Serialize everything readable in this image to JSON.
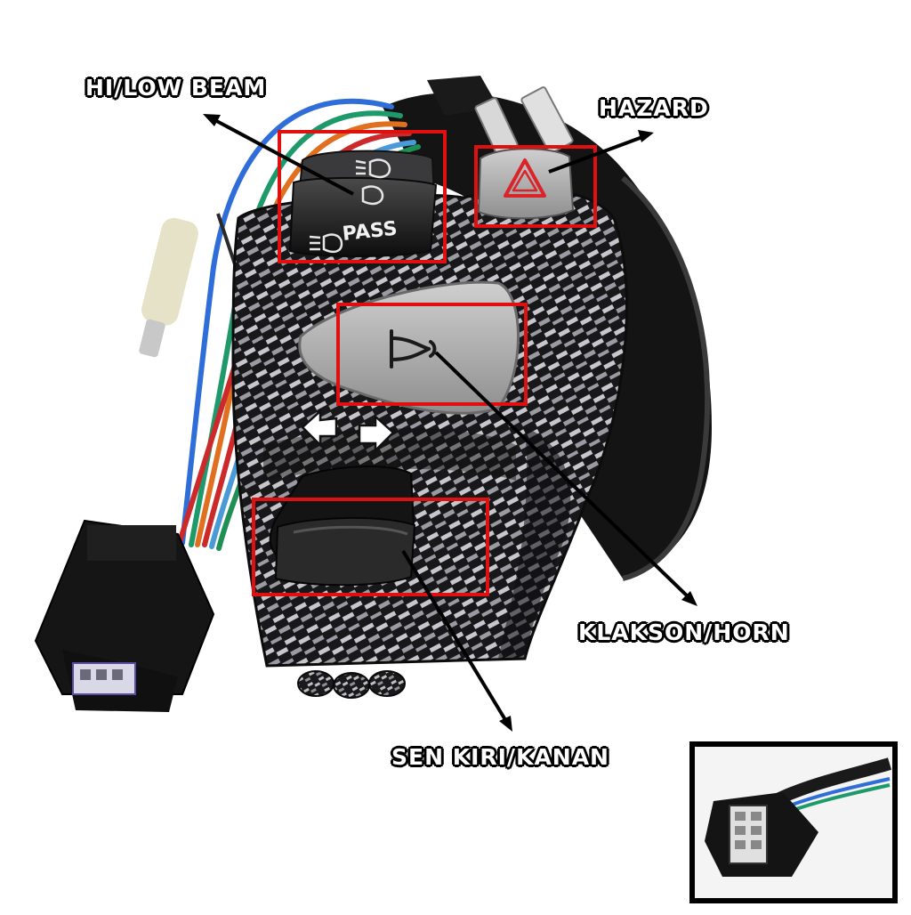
{
  "labels": {
    "hi_low_beam": "HI/LOW BEAM",
    "hazard": "HAZARD",
    "horn": "KLAKSON/HORN",
    "turn_signal": "SEN KIRI/KANAN"
  },
  "button_text": {
    "pass": "PASS"
  },
  "colors": {
    "highlight_box": "#e01010",
    "arrow": "#000000",
    "hazard_triangle": "#d9242a",
    "carbon_dark": "#1c1c1e",
    "carbon_light": "#c9c9cf"
  },
  "icons": [
    "headlight-high-icon",
    "headlight-low-icon",
    "hazard-triangle-icon",
    "horn-icon",
    "turn-left-arrow-icon",
    "turn-right-arrow-icon"
  ]
}
